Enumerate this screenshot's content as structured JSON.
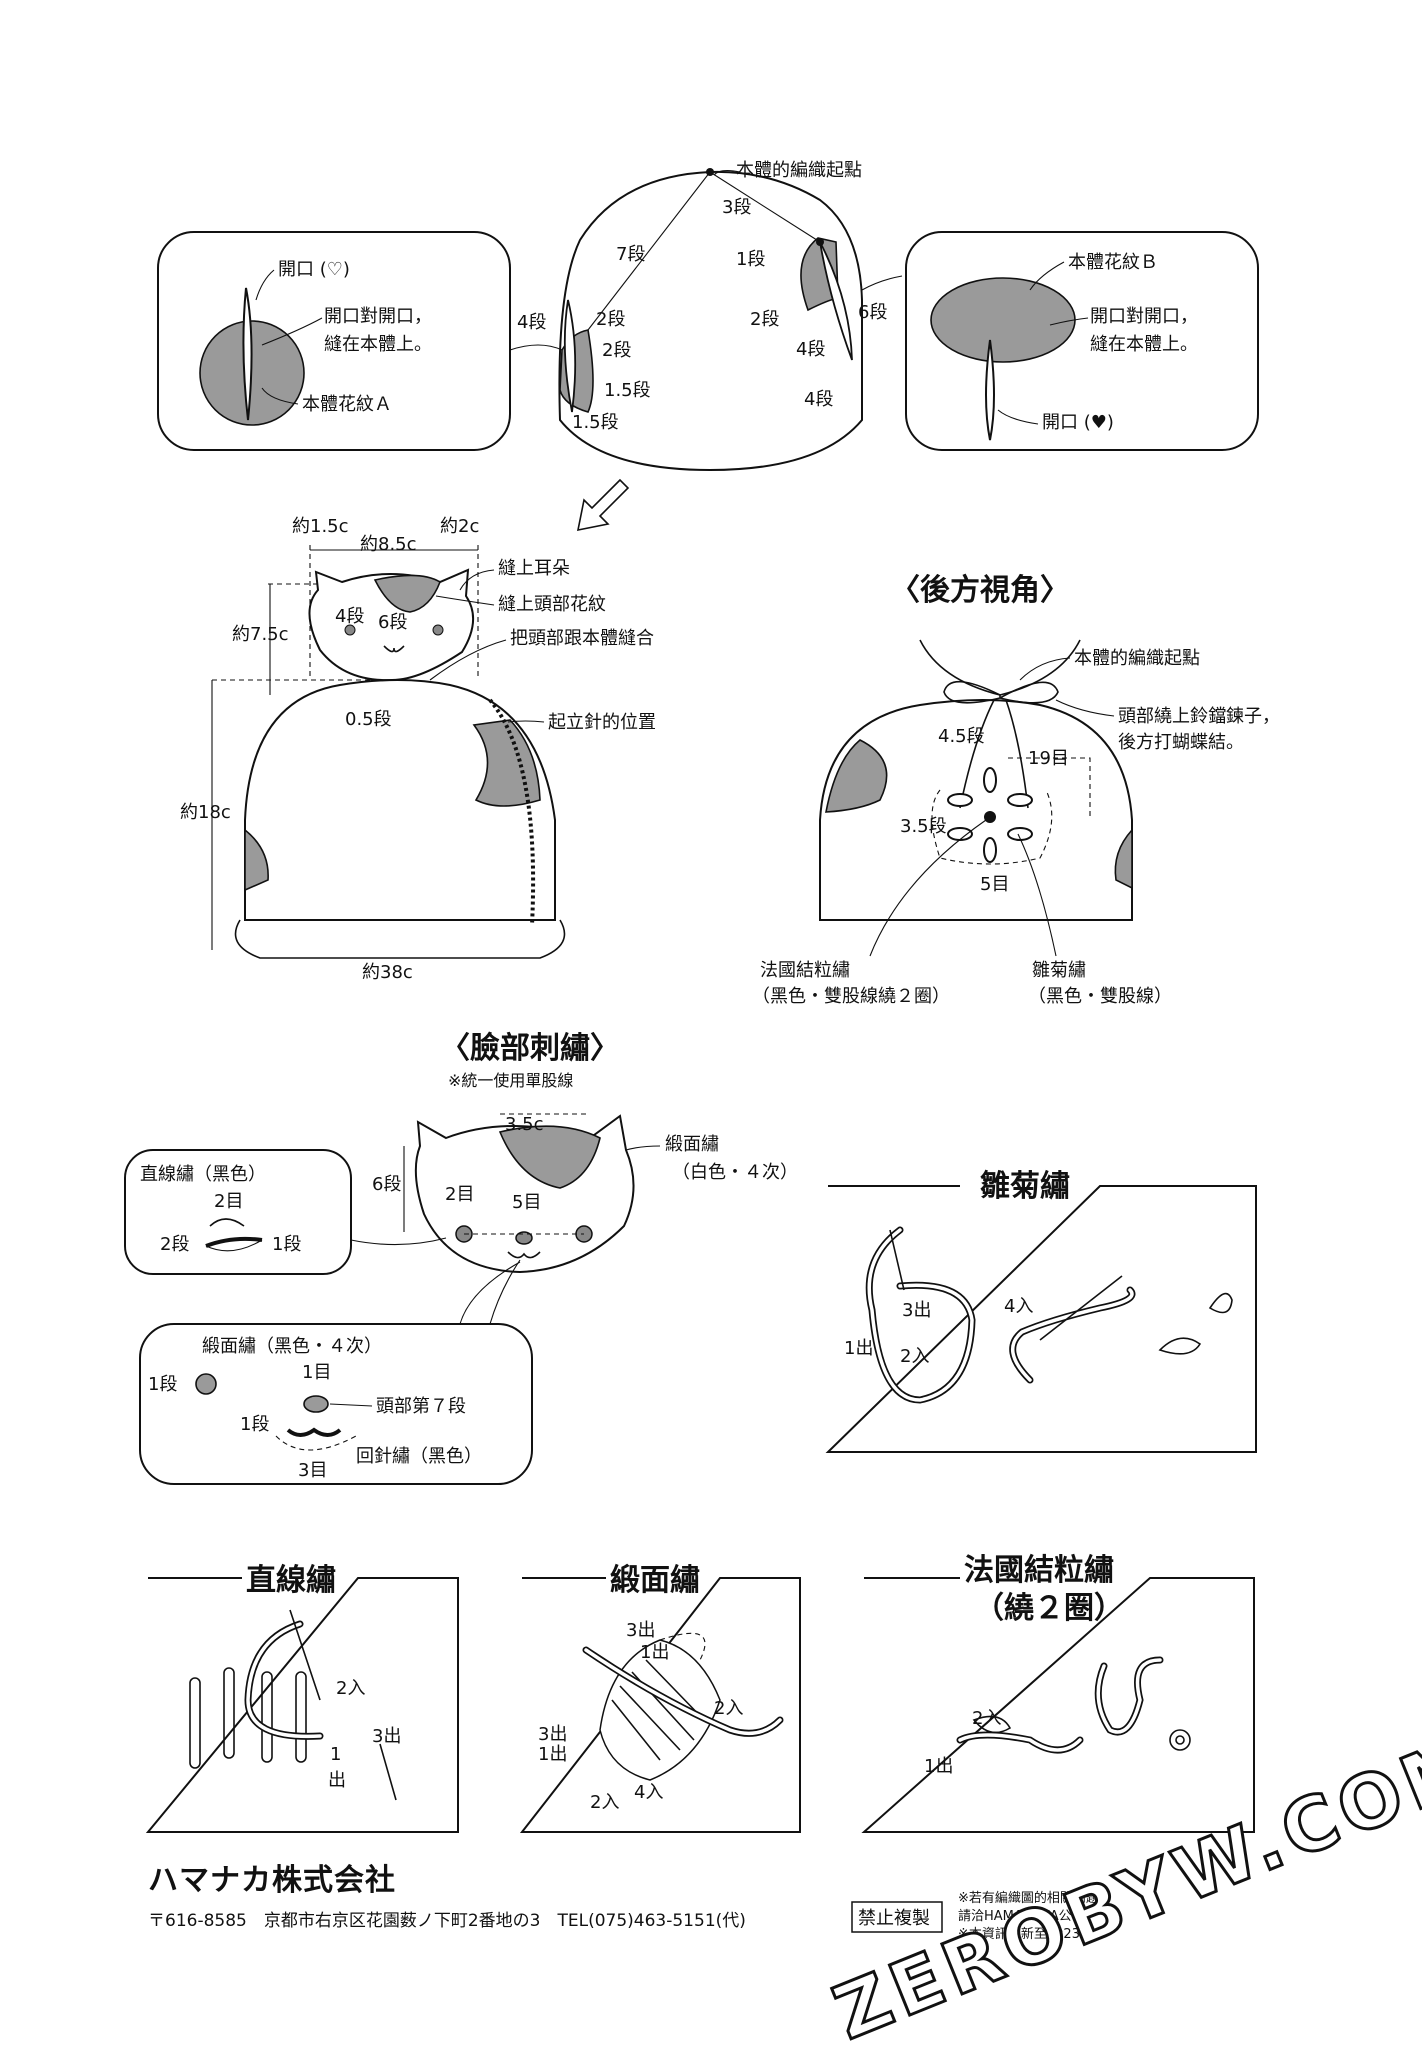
{
  "top": {
    "body_start": "本體的編織起點",
    "rounds": {
      "r3": "3段",
      "r7": "7段",
      "r1": "1段",
      "r4a": "4段",
      "r2a": "2段",
      "r2b": "2段",
      "r2c": "2段",
      "r6": "6段",
      "r4b": "4段",
      "r4c": "4段",
      "r15a": "1.5段",
      "r15b": "1.5段"
    },
    "left_panel": {
      "opening": "開口 (♡)",
      "sew1": "開口對開口，",
      "sew2": "縫在本體上。",
      "pattern": "本體花紋Ａ"
    },
    "right_panel": {
      "pattern": "本體花紋Ｂ",
      "sew1": "開口對開口，",
      "sew2": "縫在本體上。",
      "opening": "開口 (♥)"
    }
  },
  "assembly": {
    "ear_left": "約1.5c",
    "width": "約8.5c",
    "ear_right": "約2c",
    "sew_ears": "縫上耳朵",
    "sew_head_pattern": "縫上頭部花紋",
    "join": "把頭部跟本體縫合",
    "r4": "4段",
    "r6": "6段",
    "height_head": "約7.5c",
    "r05": "0.5段",
    "chain_pos": "起立針的位置",
    "height_body": "約18c",
    "circumference": "約38c"
  },
  "back": {
    "title": "〈後方視角〉",
    "start": "本體的編織起點",
    "bell1": "頭部繞上鈴鐺鍊子，",
    "bell2": "後方打蝴蝶結。",
    "r45": "4.5段",
    "s19": "19目",
    "r35": "3.5段",
    "s5": "5目",
    "french1": "法國結粒繡",
    "french2": "（黑色・雙股線繞２圈）",
    "daisy1": "雛菊繡",
    "daisy2": "（黑色・雙股線）"
  },
  "face": {
    "title": "〈臉部刺繡〉",
    "subtitle": "※統一使用單股線",
    "w35": "3.5c",
    "r6": "6段",
    "satin_white1": "緞面繡",
    "satin_white2": "（白色・４次）",
    "s2": "2目",
    "s5": "5目",
    "straight_title": "直線繡（黑色）",
    "st_2me": "2目",
    "st_2dan": "2段",
    "st_1dan": "1段",
    "satin_black": "緞面繡（黑色・４次）",
    "sb_1dan": "1段",
    "sb_1me": "1目",
    "sb_1dan2": "1段",
    "head_r7": "頭部第７段",
    "backstitch": "回針繡（黑色）",
    "s3": "3目"
  },
  "daisy_box": {
    "title": "雛菊繡",
    "out3": "3出",
    "in4": "4入",
    "out1": "1出",
    "in2": "2入"
  },
  "straight_box": {
    "title": "直線繡",
    "in2": "2入",
    "out3": "3出",
    "out1a": "1",
    "out1b": "出"
  },
  "satin_box": {
    "title": "緞面繡",
    "out3a": "3出",
    "out1a": "1出",
    "in2": "2入",
    "out3b": "3出",
    "out1b": "1出",
    "in2b": "2入",
    "in4": "4入"
  },
  "french_box": {
    "title1": "法國結粒繡",
    "title2": "（繞２圈）",
    "in2": "2入",
    "out1": "1出"
  },
  "footer": {
    "company": "ハマナカ株式会社",
    "address": "〒616-8585　京都市右京区花園薮ノ下町2番地の3　TEL(075)463-5151(代)",
    "stamp": "禁止複製",
    "note1": "※若有編織圖的相關問題，",
    "note2": "請洽HAMANAKA公司。",
    "note3": "※本資訊更新至2023年",
    "watermark": "ZEROBYW.COM"
  }
}
